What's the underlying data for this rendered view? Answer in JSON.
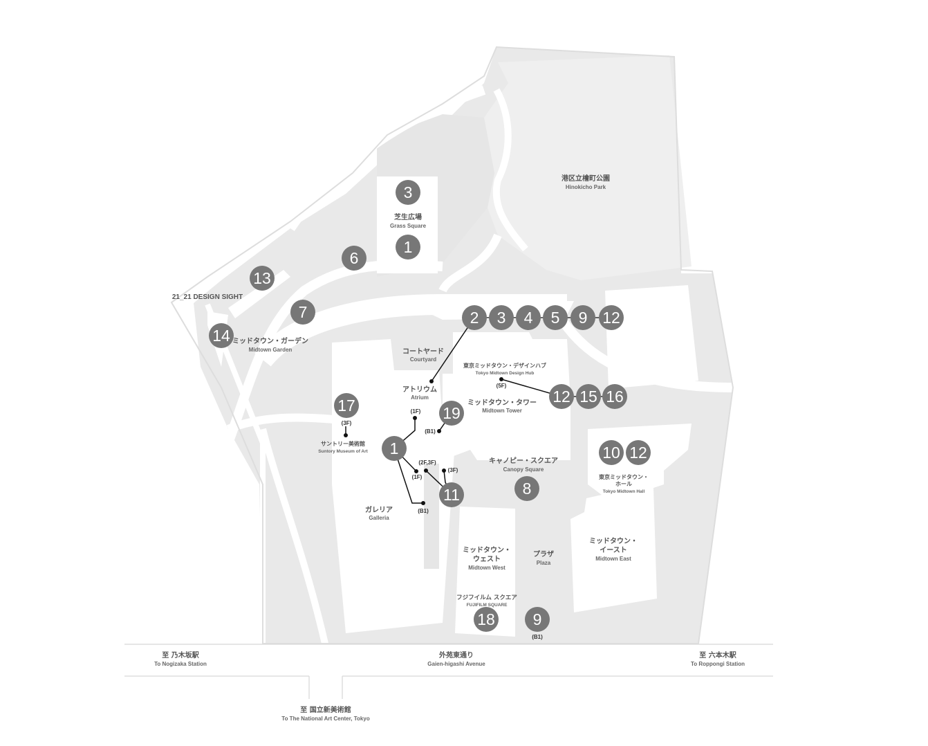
{
  "labels": {
    "grass_jp": "芝生広場",
    "grass_en": "Grass Square",
    "hinoki_jp": "港区立檜町公園",
    "hinoki_en": "Hinokicho Park",
    "design_sight": "21_21 DESIGN SIGHT",
    "garden_jp": "ミッドタウン・ガーデン",
    "garden_en": "Midtown Garden",
    "courtyard_jp": "コートヤード",
    "courtyard_en": "Courtyard",
    "atrium_jp": "アトリウム",
    "atrium_en": "Atrium",
    "hub_jp": "東京ミッドタウン・デザインハブ",
    "hub_en": "Tokyo Midtown Design Hub",
    "tower_jp": "ミッドタウン・タワー",
    "tower_en": "Midtown Tower",
    "suntory_jp": "サントリー美術館",
    "suntory_en": "Suntory Museum of Art",
    "canopy_jp": "キャノピー・スクエア",
    "canopy_en": "Canopy Square",
    "hall_jp1": "東京ミッドタウン・",
    "hall_jp2": "ホール",
    "hall_en": "Tokyo Midtown Hall",
    "galleria_jp": "ガレリア",
    "galleria_en": "Galleria",
    "west_jp1": "ミッドタウン・",
    "west_jp2": "ウェスト",
    "west_en": "Midtown West",
    "plaza_jp": "プラザ",
    "plaza_en": "Plaza",
    "east_jp1": "ミッドタウン・",
    "east_jp2": "イースト",
    "east_en": "Midtown East",
    "fuji_jp": "フジフイルム スクエア",
    "fuji_en": "FUJIFILM SQUARE",
    "nogizaka_jp": "至 乃木坂駅",
    "nogizaka_en": "To Nogizaka Station",
    "avenue_jp": "外苑東通り",
    "avenue_en": "Gaien-higashi Avenue",
    "roppongi_jp": "至 六本木駅",
    "roppongi_en": "To Roppongi Station",
    "nact_jp": "至 国立新美術館",
    "nact_en": "To The National Art Center, Tokyo"
  },
  "floors": {
    "f5": "(5F)",
    "f3_suntory": "(3F)",
    "f1_top": "(1F)",
    "b1_19": "(B1)",
    "f2f3": "(2F,3F)",
    "f3_11": "(3F)",
    "f1_low": "(1F)",
    "b1_galleria": "(B1)",
    "b1_9": "(B1)"
  },
  "markers": {
    "grass_3": "3",
    "grass_1": "1",
    "m6": "6",
    "m13": "13",
    "m7": "7",
    "m14": "14",
    "row_2": "2",
    "row_3": "3",
    "row_4": "4",
    "row_5": "5",
    "row_9": "9",
    "row_12": "12",
    "hub_12": "12",
    "hub_15": "15",
    "hub_16": "16",
    "m17": "17",
    "m19": "19",
    "galleria_1": "1",
    "m11": "11",
    "m8": "8",
    "hall_10": "10",
    "hall_12": "12",
    "m18": "18",
    "m9": "9"
  },
  "colors": {
    "marker": "#777777",
    "area": "#e8e8e8",
    "park": "#eeeeee",
    "building": "#ffffff",
    "outline": "#cccccc"
  }
}
